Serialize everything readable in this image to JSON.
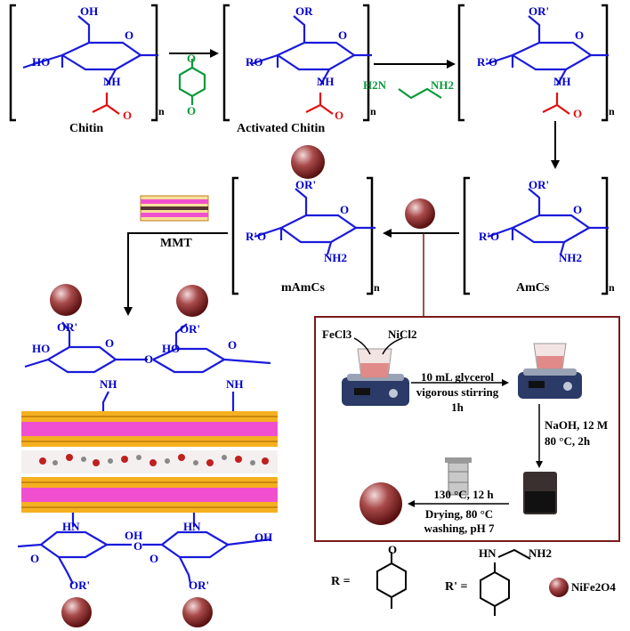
{
  "labels": {
    "chitin": "Chitin",
    "activated_chitin": "Activated Chitin",
    "amcs": "AmCs",
    "mamcs": "mAmCs",
    "mmt": "MMT",
    "n": "n"
  },
  "groups": {
    "oh": "OH",
    "ho": "HO",
    "nh": "NH",
    "o": "O",
    "or": "OR",
    "ro": "RO",
    "or_prime": "OR'",
    "r_prime_o": "R'O",
    "nh2": "NH2",
    "h2n": "H2N",
    "hn": "HN"
  },
  "synthesis": {
    "reagent1": "FeCl3",
    "reagent2": "NiCl2",
    "step1_line1": "10 mL glycerol",
    "step1_line2": "vigorous stirring",
    "step1_line3": "1h",
    "step2_line1": "NaOH, 12 M",
    "step2_line2": "80 °C, 2h",
    "step3_line1": "130 °C, 12 h",
    "step3_line2": "Drying, 80 °C",
    "step3_line3": "washing, pH 7"
  },
  "legend": {
    "r_label": "R =",
    "r_prime_label": "R' =",
    "nanoparticle": "NiFe2O4"
  },
  "colors": {
    "ring_blue": "#1a1adc",
    "carbonyl_red": "#e01010",
    "reagent_green": "#0a9a3a",
    "sphere": "#8b2a2a",
    "box_border": "#7a1a1a",
    "mmt_magenta": "#f050d0",
    "mmt_yellow": "#f0b020"
  }
}
